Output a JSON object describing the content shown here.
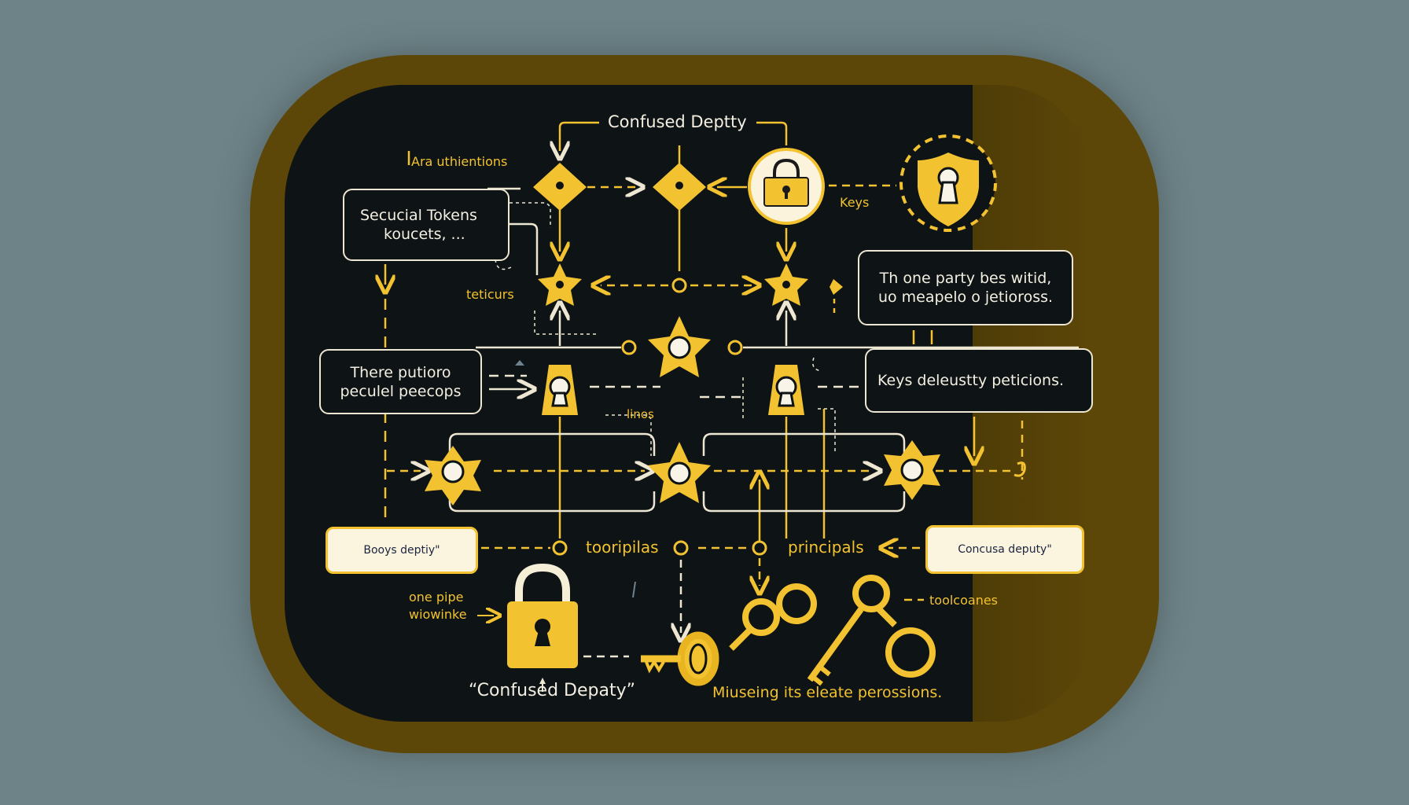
{
  "diagram": {
    "title": "Confused Deptty",
    "colors": {
      "background": "#6d8388",
      "frame": "#5c4608",
      "panel": "#0e1315",
      "accent_yellow": "#f2c230",
      "line_white": "#ece6d2",
      "cream_box": "#fbf5df",
      "cream_text": "#1b2440"
    },
    "labels": {
      "authentications": "Ara uthientions",
      "teticurs": "teticurs",
      "keys": "Keys",
      "linos": "linos",
      "tooripilas": "tooripilas",
      "principals": "principals",
      "one_pipe_line1": "one pipe",
      "one_pipe_line2": "wiowinke",
      "toolcoanes": "toolcoanes"
    },
    "boxes": {
      "tokens": {
        "line1": "Secucial Tokens",
        "line2": "koucets, ..."
      },
      "one_party": {
        "line1": "Th one party bes witid,",
        "line2": "uo meapelo o jetioross."
      },
      "there_pattern": {
        "line1": "There putioro",
        "line2": "peculel peecops"
      },
      "keys_deputy": {
        "line1": "Keys deleustty peticions."
      }
    },
    "cream_boxes": {
      "left": "Booys deptiy\"",
      "right": "Concusa deputy\""
    },
    "captions": {
      "confused_deputy_quote": "“Confused Depaty”",
      "misusing": "Miuseing its eleate perossions."
    },
    "icons": [
      "diamond-node-icon",
      "diamond-node-icon",
      "padlock-circle-icon",
      "shield-keyhole-icon",
      "star-node-icon",
      "star-node-icon",
      "star-node-icon",
      "keyhole-lock-icon",
      "keyhole-lock-icon",
      "star-node-icon",
      "star-node-icon",
      "star-node-icon",
      "padlock-icon",
      "key-icon",
      "key-icon",
      "key-icon"
    ]
  }
}
